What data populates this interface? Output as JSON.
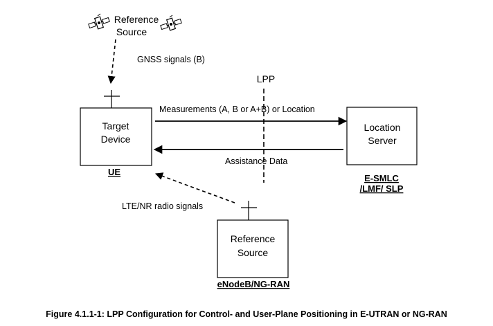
{
  "diagram": {
    "nodes": {
      "ref_source_top": {
        "line1": "Reference",
        "line2": "Source"
      },
      "target_device": {
        "line1": "Target",
        "line2": "Device",
        "id_label": "UE"
      },
      "location_server": {
        "line1": "Location",
        "line2": "Server",
        "id_label_1": "E-SMLC",
        "id_label_2": "/LMF/ SLP"
      },
      "ref_source_bottom": {
        "line1": "Reference",
        "line2": "Source",
        "id_label": "eNodeB/NG-RAN"
      }
    },
    "edges": {
      "gnss": "GNSS signals (B)",
      "lpp": "LPP",
      "measurements": "Measurements (A, B or A+B) or Location",
      "assistance": "Assistance Data",
      "radio": "LTE/NR radio signals"
    },
    "caption": "Figure 4.1.1-1: LPP Configuration for Control- and User-Plane Positioning in E-UTRAN or NG-RAN"
  }
}
